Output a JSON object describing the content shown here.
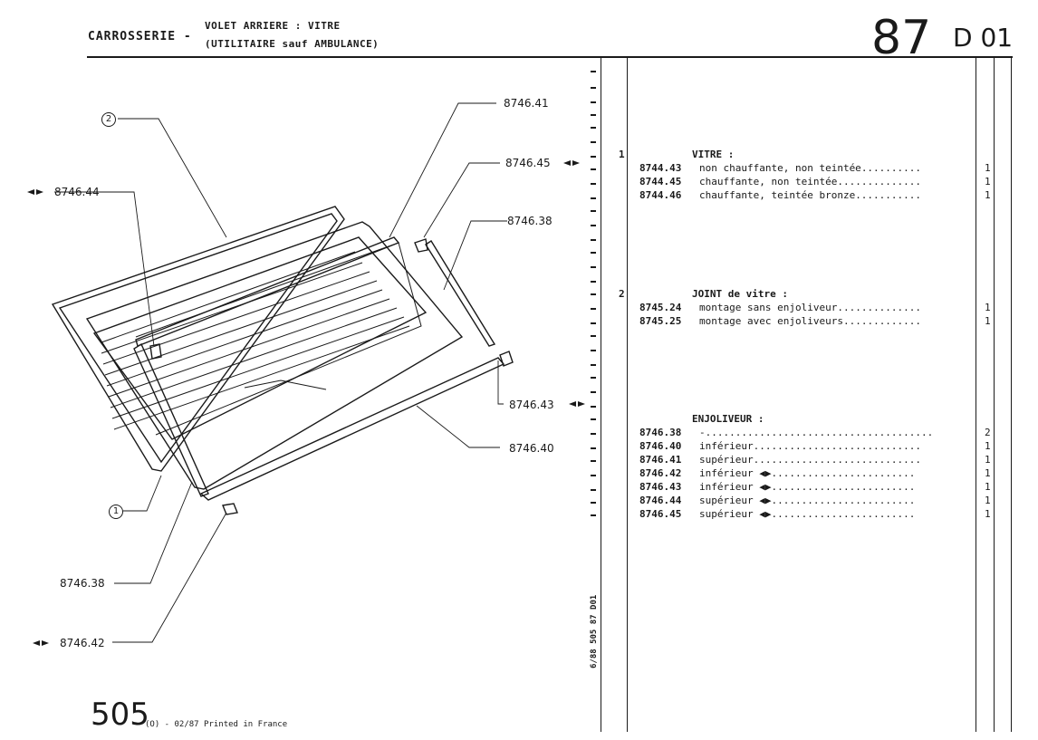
{
  "header": {
    "section": "CARROSSERIE -",
    "line1": "VOLET ARRIERE : VITRE",
    "line2": "(UTILITAIRE sauf AMBULANCE)",
    "page_major": "87",
    "page_minor": "D 01"
  },
  "diagram": {
    "refs": {
      "r8746_41": "8746.41",
      "r8746_45": "8746.45",
      "r8746_44": "8746.44",
      "r8746_38a": "8746.38",
      "r8746_43": "8746.43",
      "r8746_40": "8746.40",
      "r8746_38b": "8746.38",
      "r8746_42": "8746.42"
    },
    "callout_1": "1",
    "callout_2": "2"
  },
  "side_code": "6/88 505 87 D01",
  "parts": {
    "section1": {
      "index": "1",
      "title": "VITRE :",
      "rows": [
        {
          "code": "8744.43",
          "desc": "non chauffante, non teintée",
          "dots": "..........",
          "qty": "1"
        },
        {
          "code": "8744.45",
          "desc": "chauffante, non teintée",
          "dots": "..............",
          "qty": "1"
        },
        {
          "code": "8744.46",
          "desc": "chauffante, teintée bronze",
          "dots": "...........",
          "qty": "1"
        }
      ]
    },
    "section2": {
      "index": "2",
      "title": "JOINT de vitre :",
      "rows": [
        {
          "code": "8745.24",
          "desc": "montage sans enjoliveur",
          "dots": "..............",
          "qty": "1"
        },
        {
          "code": "8745.25",
          "desc": "montage avec enjoliveurs",
          "dots": ".............",
          "qty": "1"
        }
      ]
    },
    "section3": {
      "title": "ENJOLIVEUR :",
      "rows": [
        {
          "code": "8746.38",
          "desc": "-",
          "dots": "......................................",
          "qty": "2",
          "arrow": false
        },
        {
          "code": "8746.40",
          "desc": "inférieur",
          "dots": "............................",
          "qty": "1",
          "arrow": false
        },
        {
          "code": "8746.41",
          "desc": "supérieur",
          "dots": "............................",
          "qty": "1",
          "arrow": false
        },
        {
          "code": "8746.42",
          "desc": "inférieur",
          "dots": "........................",
          "qty": "1",
          "arrow": true
        },
        {
          "code": "8746.43",
          "desc": "inférieur",
          "dots": "........................",
          "qty": "1",
          "arrow": true
        },
        {
          "code": "8746.44",
          "desc": "supérieur",
          "dots": "........................",
          "qty": "1",
          "arrow": true
        },
        {
          "code": "8746.45",
          "desc": "supérieur",
          "dots": "........................",
          "qty": "1",
          "arrow": true
        }
      ]
    }
  },
  "footer": {
    "page": "505",
    "note": "(O) - 02/87 Printed in France"
  }
}
